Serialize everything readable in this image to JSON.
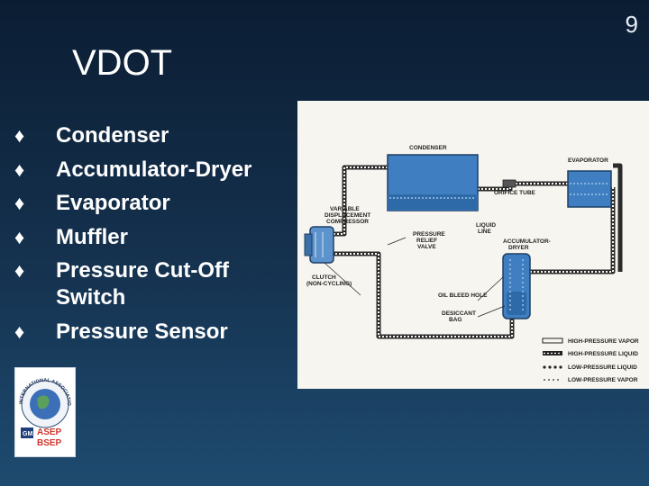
{
  "page_number": "9",
  "title": "VDOT",
  "bullets": [
    {
      "symbol": "♦",
      "text": "Condenser"
    },
    {
      "symbol": "♦",
      "text": "Accumulator-Dryer"
    },
    {
      "symbol": "♦",
      "text": "Evaporator"
    },
    {
      "symbol": "♦",
      "text": "Muffler"
    },
    {
      "symbol": "♦",
      "text": "Pressure Cut-Off Switch"
    },
    {
      "symbol": "♦",
      "text": "Pressure Sensor"
    }
  ],
  "diagram": {
    "labels": {
      "condenser": "CONDENSER",
      "evaporator": "EVAPORATOR",
      "orifice_tube": "ORIFICE TUBE",
      "variable_compressor_1": "VARIABLE",
      "variable_compressor_2": "DISPLACEMENT",
      "variable_compressor_3": "COMPRESSOR",
      "pressure_relief_1": "PRESSURE",
      "pressure_relief_2": "RELIEF",
      "pressure_relief_3": "VALVE",
      "liquid_line_1": "LIQUID",
      "liquid_line_2": "LINE",
      "accumulator_1": "ACCUMULATOR-",
      "accumulator_2": "DRYER",
      "clutch_1": "CLUTCH",
      "clutch_2": "(NON-CYCLING)",
      "oil_bleed": "OIL BLEED HOLE",
      "desiccant_1": "DESICCANT",
      "desiccant_2": "BAG"
    },
    "legend": [
      "HIGH-PRESSURE VAPOR",
      "HIGH-PRESSURE LIQUID",
      "LOW-PRESSURE LIQUID",
      "LOW-PRESSURE VAPOR"
    ]
  },
  "logo": {
    "ring_text": "INTERNATIONAL ASSOCIATION",
    "line1": "ASEP",
    "line2": "BSEP",
    "brand": "GM"
  }
}
